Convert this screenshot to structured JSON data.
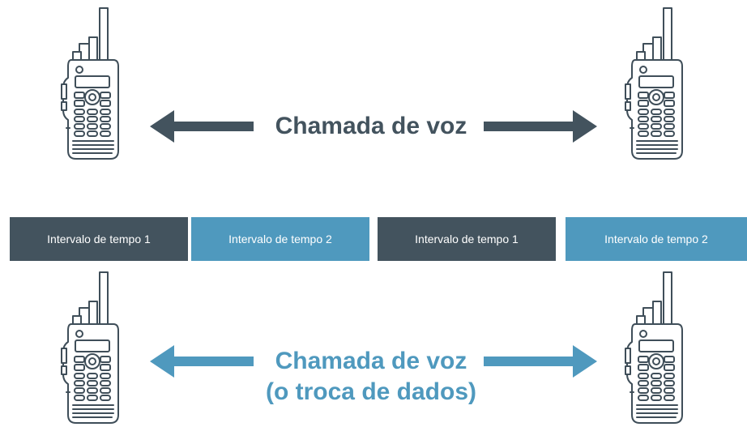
{
  "colors": {
    "dark": "#43535E",
    "light": "#4F99BE",
    "outline": "#3F4E59"
  },
  "top_call": {
    "label": "Chamada de voz"
  },
  "bottom_call": {
    "label_line1": "Chamada de voz",
    "label_line2": "(o troca de dados)"
  },
  "timeslots": [
    {
      "label": "Intervalo de tempo 1",
      "tone": "dark"
    },
    {
      "label": "Intervalo de tempo 2",
      "tone": "light"
    },
    {
      "label": "Intervalo de tempo 1",
      "tone": "dark"
    },
    {
      "label": "Intervalo de tempo 2",
      "tone": "light"
    }
  ],
  "icons": [
    "radio-icon",
    "arrow-icon"
  ]
}
